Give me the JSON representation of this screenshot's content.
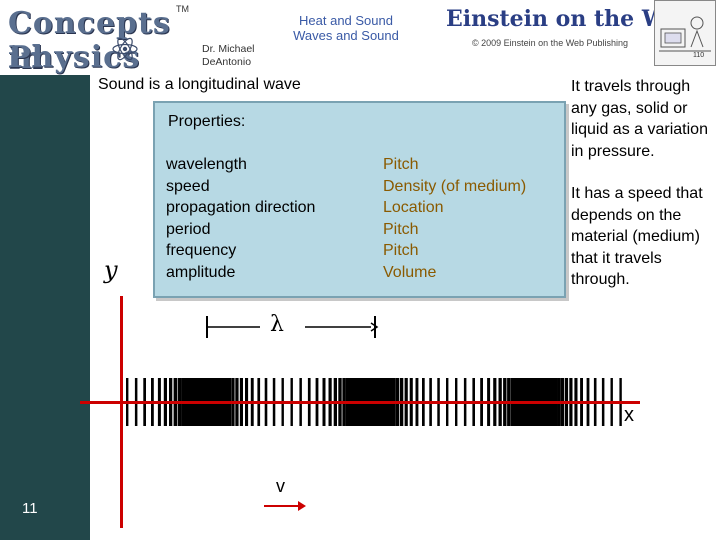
{
  "header": {
    "logo_line1": "Concepts in",
    "logo_line2": "Physics",
    "trademark": "TM",
    "author_line1": "Dr. Michael",
    "author_line2": "DeAntonio",
    "topic_line1": "Heat and Sound",
    "topic_line2": "Waves and Sound",
    "brand": "Einstein on the Web",
    "copyright": "© 2009 Einstein on the Web Publishing",
    "corner_number": "110"
  },
  "slide": {
    "intro": "Sound is a longitudinal wave",
    "properties_title": "Properties:",
    "properties": [
      {
        "name": "wavelength",
        "value": "Pitch"
      },
      {
        "name": "speed",
        "value": "Density (of medium)"
      },
      {
        "name": "propagation direction",
        "value": "Location"
      },
      {
        "name": "period",
        "value": "Pitch"
      },
      {
        "name": "frequency",
        "value": "Pitch"
      },
      {
        "name": "amplitude",
        "value": "Volume"
      }
    ],
    "side_text_1": "It travels through any gas, solid or liquid as a variation in pressure.",
    "side_text_2": "It has a speed that depends on the material (medium) that it travels through."
  },
  "diagram": {
    "y_label": "y",
    "x_label": "x",
    "velocity_label": "v",
    "wavelength_label": "λ"
  },
  "page_number": "11",
  "colors": {
    "sidebar": "#22474a",
    "box_fill": "#b7d9e4",
    "axis": "#cc0000",
    "value_text": "#8a5a00"
  }
}
